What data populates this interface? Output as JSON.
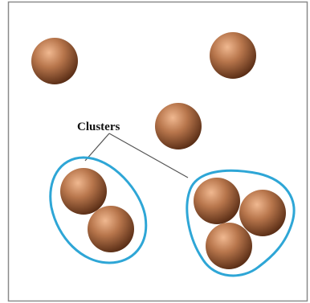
{
  "diagram": {
    "label": "Clusters",
    "colors": {
      "background": "#ffffff",
      "frame": "#8a8a8a",
      "outline": "#2ea6d6",
      "leader": "#555555",
      "particle_light": "#f0b890",
      "particle_mid": "#b8764c",
      "particle_dark": "#5a2e16"
    },
    "particles": {
      "free_count": 3,
      "cluster_sizes": [
        2,
        3
      ]
    }
  }
}
